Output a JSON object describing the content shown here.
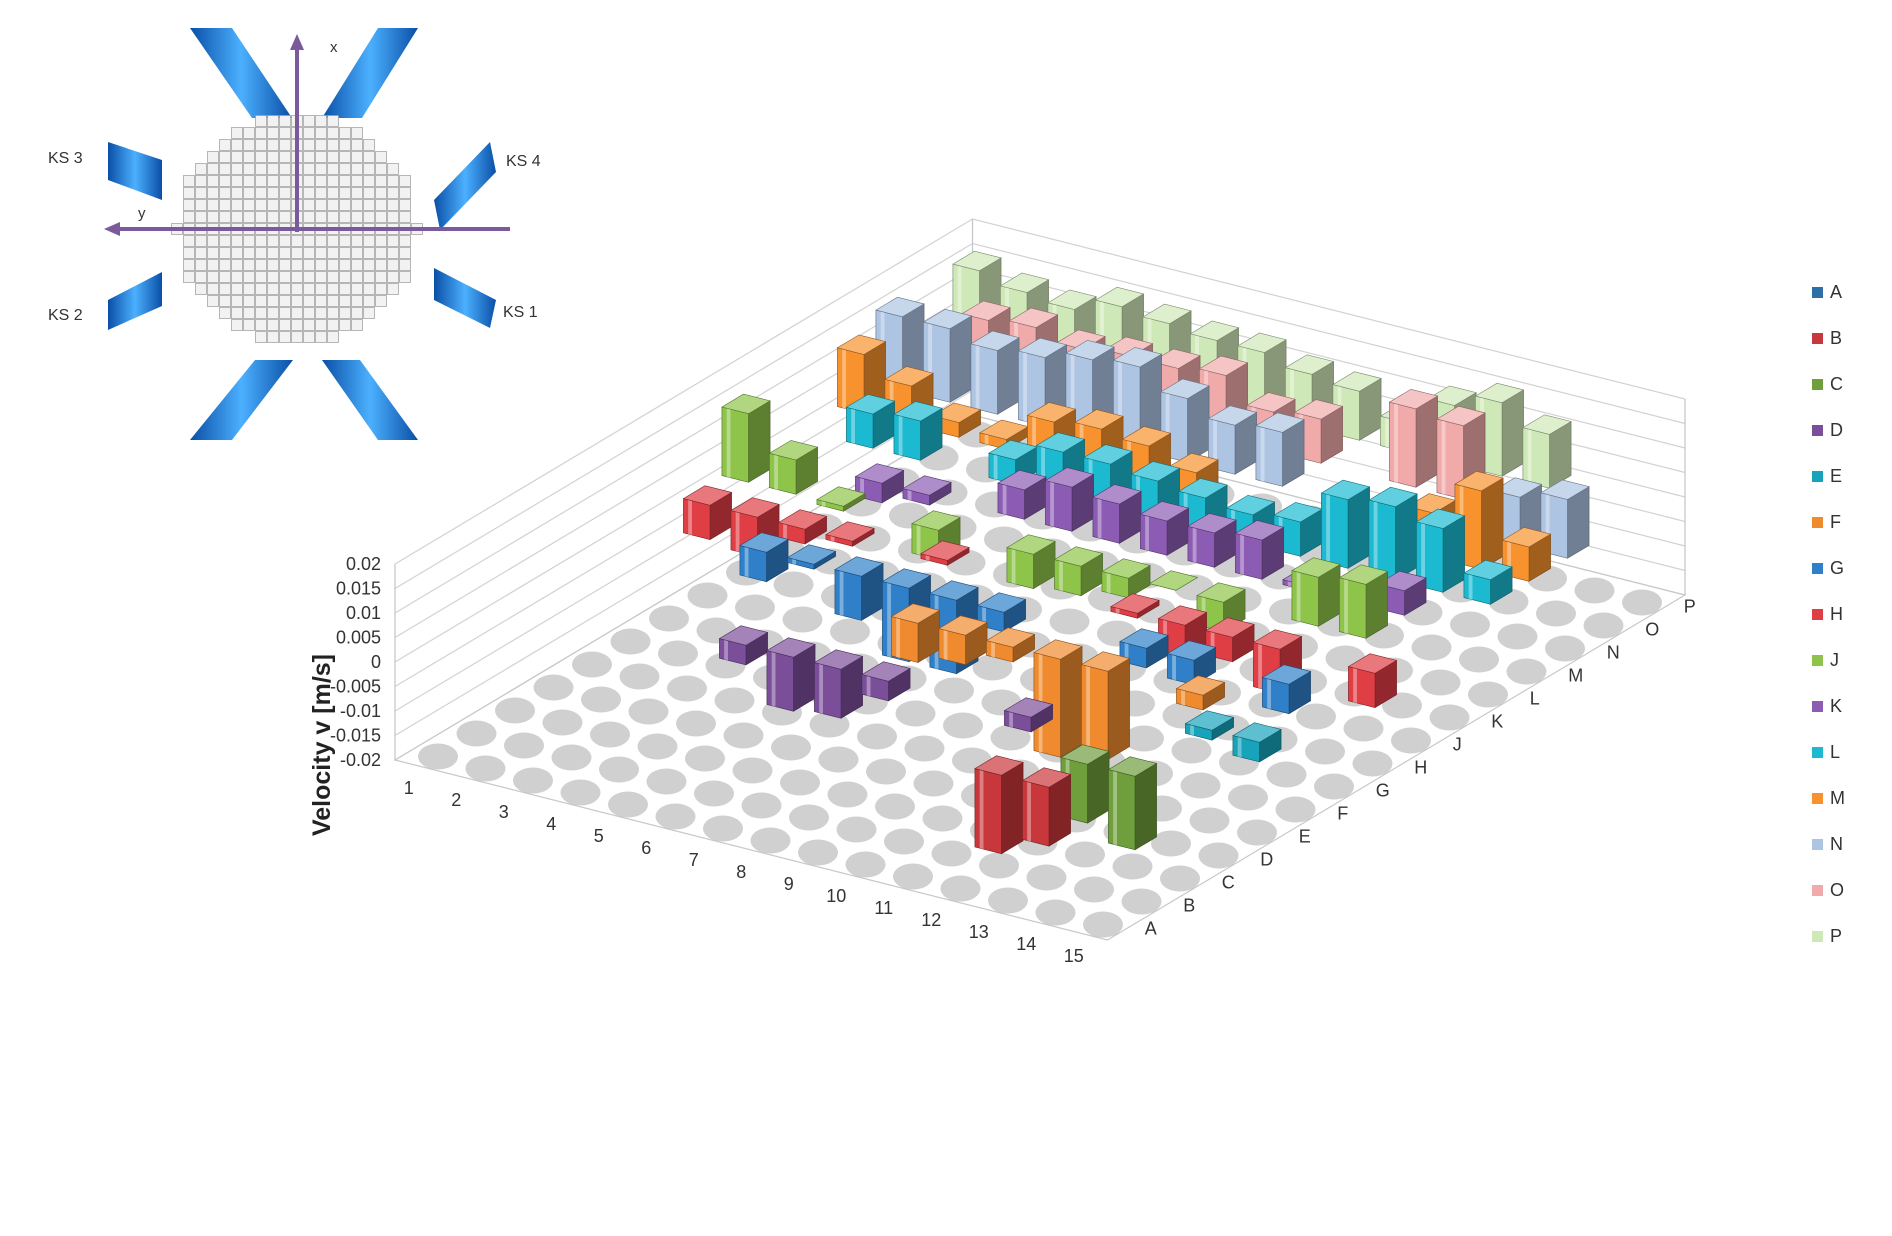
{
  "chart_data": {
    "type": "bar",
    "subtype": "3d-column-grid",
    "title": "",
    "xlabel": "",
    "ylabel": "Velocity v [m/s]",
    "ylim": [
      -0.02,
      0.02
    ],
    "yticks": [
      "0.02",
      "0.015",
      "0.01",
      "0.005",
      "0",
      "-0.005",
      "-0.01",
      "-0.015",
      "-0.02"
    ],
    "x_categories": [
      "1",
      "2",
      "3",
      "4",
      "5",
      "6",
      "7",
      "8",
      "9",
      "10",
      "11",
      "12",
      "13",
      "14",
      "15"
    ],
    "depth_categories": [
      "A",
      "B",
      "C",
      "D",
      "E",
      "F",
      "G",
      "H",
      "J",
      "K",
      "L",
      "M",
      "N",
      "O",
      "P"
    ],
    "legend_position": "right",
    "grid": true,
    "colors": {
      "A": "#2e6fa8",
      "B": "#c8373b",
      "C": "#6f9e3c",
      "D": "#7b4e9a",
      "E": "#17a3ba",
      "F": "#ef8a2e",
      "G": "#2f80c9",
      "H": "#e03e45",
      "J": "#8ec44a",
      "K": "#8c5cb4",
      "L": "#1cbad1",
      "M": "#f7922e",
      "N": "#aec4e3",
      "O": "#f1aaaa",
      "P": "#cfe8b8"
    },
    "series": [
      {
        "name": "A",
        "values": [
          null,
          null,
          null,
          null,
          null,
          null,
          null,
          null,
          null,
          null,
          null,
          null,
          null,
          null,
          null
        ]
      },
      {
        "name": "B",
        "values": [
          null,
          null,
          null,
          null,
          null,
          null,
          null,
          null,
          null,
          null,
          null,
          -0.016,
          -0.012,
          null,
          null
        ]
      },
      {
        "name": "C",
        "values": [
          null,
          null,
          null,
          null,
          null,
          null,
          null,
          null,
          null,
          null,
          null,
          null,
          -0.012,
          -0.015,
          null
        ]
      },
      {
        "name": "D",
        "values": [
          null,
          null,
          null,
          null,
          -0.004,
          -0.011,
          -0.01,
          -0.004,
          null,
          null,
          -0.003,
          null,
          null,
          null,
          null
        ]
      },
      {
        "name": "E",
        "values": [
          null,
          null,
          null,
          null,
          null,
          null,
          null,
          null,
          null,
          null,
          null,
          null,
          null,
          -0.002,
          -0.004
        ]
      },
      {
        "name": "F",
        "values": [
          null,
          null,
          null,
          null,
          null,
          null,
          -0.008,
          -0.006,
          -0.003,
          -0.02,
          -0.018,
          null,
          -0.003,
          null,
          null
        ]
      },
      {
        "name": "G",
        "values": [
          null,
          null,
          -0.006,
          -0.001,
          -0.009,
          -0.015,
          -0.015,
          -0.004,
          null,
          null,
          -0.004,
          -0.005,
          null,
          -0.006,
          null
        ]
      },
      {
        "name": "H",
        "values": [
          -0.007,
          -0.008,
          -0.003,
          -0.001,
          null,
          0.001,
          null,
          null,
          null,
          -0.001,
          -0.007,
          -0.005,
          -0.009,
          null,
          -0.007
        ]
      },
      {
        "name": "J",
        "values": [
          0.014,
          0.007,
          -0.001,
          null,
          -0.006,
          null,
          -0.007,
          -0.006,
          -0.004,
          0.0,
          -0.006,
          null,
          0.01,
          0.011,
          null
        ]
      },
      {
        "name": "K",
        "values": [
          null,
          null,
          -0.004,
          -0.002,
          null,
          0.006,
          0.009,
          0.008,
          0.007,
          0.007,
          0.008,
          0.001,
          -0.003,
          0.005,
          null
        ]
      },
      {
        "name": "L",
        "values": [
          null,
          0.007,
          0.008,
          null,
          0.005,
          0.009,
          0.009,
          0.008,
          0.007,
          0.006,
          0.007,
          0.014,
          0.015,
          0.013,
          0.005
        ]
      },
      {
        "name": "M",
        "values": [
          0.012,
          0.008,
          0.003,
          0.002,
          0.008,
          0.009,
          0.008,
          0.005,
          null,
          null,
          null,
          0.001,
          0.009,
          0.016,
          0.007
        ]
      },
      {
        "name": "N",
        "values": [
          0.015,
          0.015,
          0.013,
          0.014,
          0.016,
          0.017,
          0.013,
          0.01,
          0.011,
          null,
          null,
          null,
          null,
          0.01,
          0.012
        ]
      },
      {
        "name": "O",
        "values": [
          null,
          0.012,
          0.013,
          0.011,
          0.012,
          0.012,
          0.013,
          0.008,
          0.009,
          null,
          0.016,
          0.015,
          null,
          null,
          null
        ]
      },
      {
        "name": "P",
        "values": [
          0.015,
          0.013,
          0.012,
          0.015,
          0.014,
          0.013,
          0.013,
          0.011,
          0.01,
          0.006,
          0.012,
          0.015,
          0.011,
          null,
          null
        ]
      }
    ]
  },
  "inset": {
    "axis_x_label": "x",
    "axis_y_label": "y",
    "ks_labels": [
      "KS 1",
      "KS 2",
      "KS 3",
      "KS 4"
    ]
  }
}
